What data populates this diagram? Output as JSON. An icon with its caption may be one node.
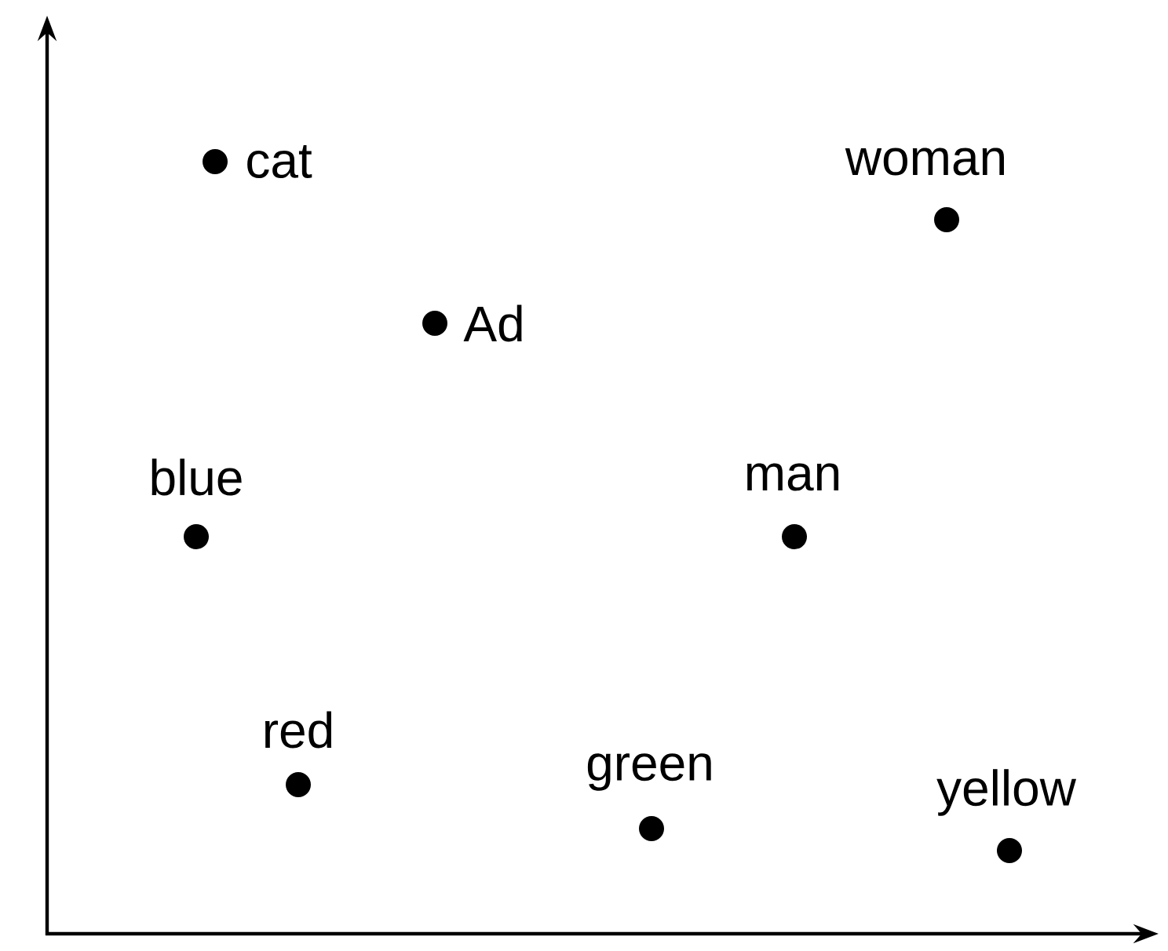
{
  "diagram": {
    "labels": [
      "cat",
      "woman",
      "Ad",
      "blue",
      "man",
      "red",
      "green",
      "yellow"
    ]
  }
}
